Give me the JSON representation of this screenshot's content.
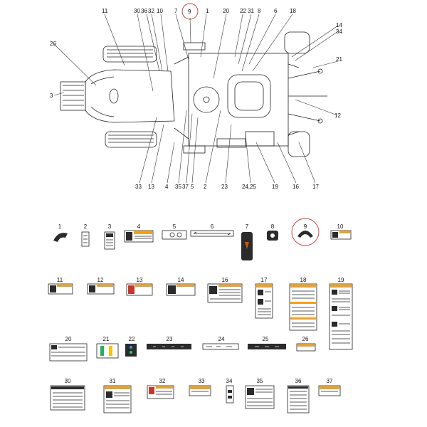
{
  "callouts": [
    "11",
    "30",
    "36",
    "32",
    "10",
    "7",
    "9",
    "1",
    "20",
    "22",
    "31",
    "8",
    "6",
    "18",
    "14",
    "34",
    "26",
    "3",
    "21",
    "12",
    "33",
    "13",
    "4",
    "35",
    "37",
    "5",
    "2",
    "23",
    "24,25",
    "19",
    "16",
    "17"
  ],
  "decal_numbers": [
    "1",
    "2",
    "3",
    "4",
    "5",
    "6",
    "7",
    "8",
    "9",
    "10",
    "11",
    "12",
    "13",
    "14",
    "16",
    "17",
    "18",
    "19",
    "20",
    "21",
    "22",
    "23",
    "24",
    "25",
    "26",
    "30",
    "31",
    "32",
    "33",
    "34",
    "35",
    "36",
    "37"
  ],
  "highlight": "9",
  "colors": {
    "line": "#222222",
    "highlight": "#c0392b",
    "warning": "#f2a01a"
  }
}
